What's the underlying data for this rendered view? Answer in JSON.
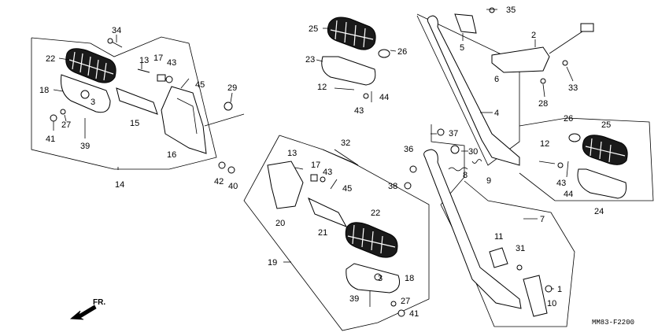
{
  "diagram_code": "MM83-F2200",
  "direction_label": "FR.",
  "labels": [
    {
      "id": "p34",
      "text": "34"
    },
    {
      "id": "p22a",
      "text": "22"
    },
    {
      "id": "p13a",
      "text": "13"
    },
    {
      "id": "p17a",
      "text": "17"
    },
    {
      "id": "p43a",
      "text": "43"
    },
    {
      "id": "p45a",
      "text": "45"
    },
    {
      "id": "p18a",
      "text": "18"
    },
    {
      "id": "p3a",
      "text": "3"
    },
    {
      "id": "p29",
      "text": "29"
    },
    {
      "id": "p27a",
      "text": "27"
    },
    {
      "id": "p15",
      "text": "15"
    },
    {
      "id": "p41a",
      "text": "41"
    },
    {
      "id": "p39a",
      "text": "39"
    },
    {
      "id": "p16",
      "text": "16"
    },
    {
      "id": "p14",
      "text": "14"
    },
    {
      "id": "p42",
      "text": "42"
    },
    {
      "id": "p40",
      "text": "40"
    },
    {
      "id": "p25a",
      "text": "25"
    },
    {
      "id": "p26a",
      "text": "26"
    },
    {
      "id": "p23",
      "text": "23"
    },
    {
      "id": "p12a",
      "text": "12"
    },
    {
      "id": "p44a",
      "text": "44"
    },
    {
      "id": "p43b",
      "text": "43"
    },
    {
      "id": "p35",
      "text": "35"
    },
    {
      "id": "p5",
      "text": "5"
    },
    {
      "id": "p2",
      "text": "2"
    },
    {
      "id": "p6",
      "text": "6"
    },
    {
      "id": "p33",
      "text": "33"
    },
    {
      "id": "p28",
      "text": "28"
    },
    {
      "id": "p4",
      "text": "4"
    },
    {
      "id": "p26b",
      "text": "26"
    },
    {
      "id": "p25b",
      "text": "25"
    },
    {
      "id": "p12b",
      "text": "12"
    },
    {
      "id": "p43c",
      "text": "43"
    },
    {
      "id": "p44b",
      "text": "44"
    },
    {
      "id": "p24",
      "text": "24"
    },
    {
      "id": "p37",
      "text": "37"
    },
    {
      "id": "p36",
      "text": "36"
    },
    {
      "id": "p30",
      "text": "30"
    },
    {
      "id": "p8",
      "text": "8"
    },
    {
      "id": "p9",
      "text": "9"
    },
    {
      "id": "p38",
      "text": "38"
    },
    {
      "id": "p7",
      "text": "7"
    },
    {
      "id": "p32",
      "text": "32"
    },
    {
      "id": "p13b",
      "text": "13"
    },
    {
      "id": "p17b",
      "text": "17"
    },
    {
      "id": "p43d",
      "text": "43"
    },
    {
      "id": "p45b",
      "text": "45"
    },
    {
      "id": "p20",
      "text": "20"
    },
    {
      "id": "p21",
      "text": "21"
    },
    {
      "id": "p22b",
      "text": "22"
    },
    {
      "id": "p19",
      "text": "19"
    },
    {
      "id": "p18b",
      "text": "18"
    },
    {
      "id": "p3b",
      "text": "3"
    },
    {
      "id": "p39b",
      "text": "39"
    },
    {
      "id": "p27b",
      "text": "27"
    },
    {
      "id": "p41b",
      "text": "41"
    },
    {
      "id": "p11",
      "text": "11"
    },
    {
      "id": "p31",
      "text": "31"
    },
    {
      "id": "p1",
      "text": "1"
    },
    {
      "id": "p10",
      "text": "10"
    }
  ]
}
